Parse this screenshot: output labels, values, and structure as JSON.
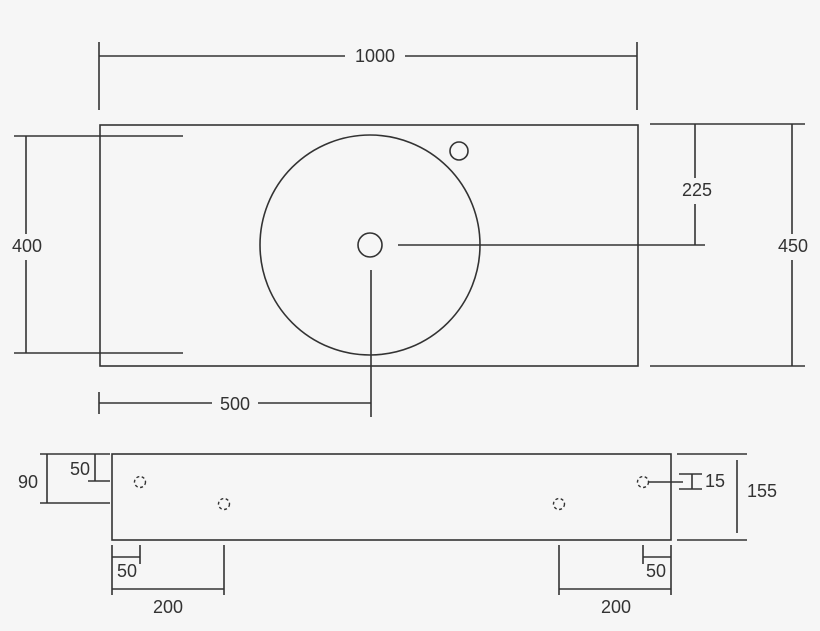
{
  "diagram": {
    "line_color": "#333333",
    "background_color": "#f6f6f6",
    "top_view": {
      "dimensions": {
        "overall_width": "1000",
        "inner_depth": "400",
        "overall_depth": "450",
        "drain_offset_depth": "225",
        "drain_offset_width": "500"
      }
    },
    "front_view": {
      "dimensions": {
        "height_left": "90",
        "hole_height_left": "50",
        "hole_edge_left": "50",
        "hole_spacing_left": "200",
        "hole_edge_right": "50",
        "hole_spacing_right": "200",
        "overall_height": "155",
        "hole_diameter": "15"
      }
    }
  }
}
